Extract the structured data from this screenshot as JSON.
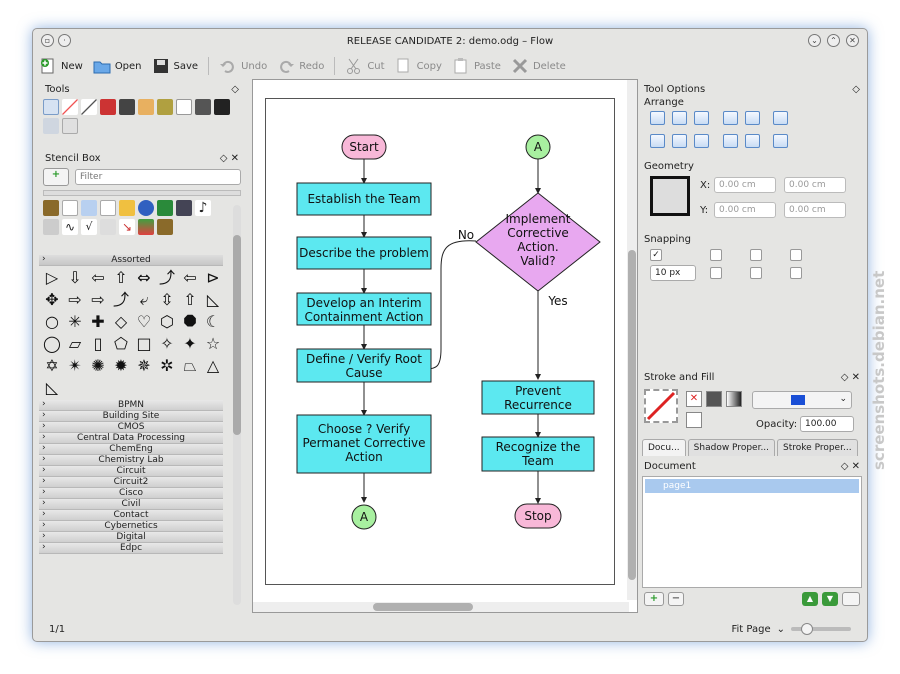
{
  "window": {
    "title": "RELEASE CANDIDATE 2: demo.odg – Flow"
  },
  "toolbar": {
    "new": "New",
    "open": "Open",
    "save": "Save",
    "undo": "Undo",
    "redo": "Redo",
    "cut": "Cut",
    "copy": "Copy",
    "paste": "Paste",
    "delete": "Delete"
  },
  "tools_panel": {
    "title": "Tools"
  },
  "stencil_box": {
    "title": "Stencil Box",
    "filter_placeholder": "Filter",
    "assorted_label": "Assorted",
    "categories": [
      "BPMN",
      "Building Site",
      "CMOS",
      "Central Data Processing",
      "ChemEng",
      "Chemistry Lab",
      "Circuit",
      "Circuit2",
      "Cisco",
      "Civil",
      "Contact",
      "Cybernetics",
      "Digital",
      "Edpc"
    ]
  },
  "flowchart": {
    "start": "Start",
    "connector_a": "A",
    "step1": "Establish the Team",
    "step2": "Describe the problem",
    "step3a": "Develop an Interim",
    "step3b": "Containment Action",
    "step4a": "Define / Verify Root",
    "step4b": "Cause",
    "step5a": "Choose ? Verify",
    "step5b": "Permanet Corrective",
    "step5c": "Action",
    "decision_a": "Implement",
    "decision_b": "Corrective",
    "decision_c": "Action.",
    "decision_d": "Valid?",
    "no_label": "No",
    "yes_label": "Yes",
    "prevent_a": "Prevent",
    "prevent_b": "Recurrence",
    "recognize_a": "Recognize the",
    "recognize_b": "Team",
    "stop": "Stop"
  },
  "tool_options": {
    "title": "Tool Options",
    "arrange": "Arrange",
    "geometry": "Geometry",
    "x_label": "X:",
    "y_label": "Y:",
    "x_value": "0.00 cm",
    "y_value": "0.00 cm",
    "w_value": "0.00 cm",
    "h_value": "0.00 cm",
    "snapping": "Snapping",
    "snap_distance": "10 px"
  },
  "stroke_fill": {
    "title": "Stroke and Fill",
    "opacity_label": "Opacity:",
    "opacity_value": "100.00",
    "color": "#1a4fd6"
  },
  "dock_tabs": [
    "Docu...",
    "Shadow Proper...",
    "Stroke Proper..."
  ],
  "document_panel": {
    "title": "Document",
    "page": "page1"
  },
  "status": {
    "page_count": "1/1",
    "zoom": "Fit Page"
  },
  "watermark": "screenshots.debian.net",
  "colors": {
    "process": "#5ce8f0",
    "terminal": "#f8b8d8",
    "connector": "#a8f0a0",
    "decision": "#e8a8f0"
  }
}
